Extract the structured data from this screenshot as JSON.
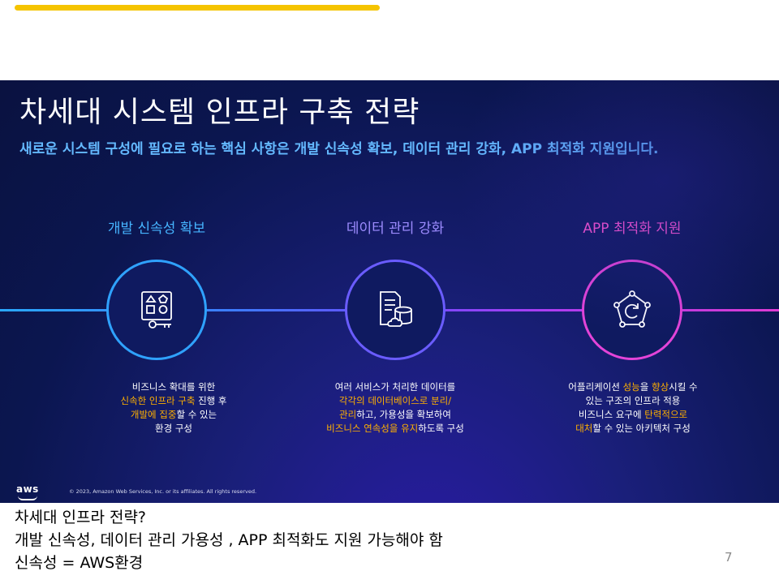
{
  "slide": {
    "title": "차세대 시스템 인프라 구축 전략",
    "subtitle": "새로운 시스템 구성에 필요로 하는 핵심 사항은 개발 신속성 확보, 데이터 관리 강화, APP 최적화 지원입니다.",
    "pillars": [
      {
        "heading": "개발 신속성 확보",
        "icon": "shapes-key-icon",
        "desc_lines": [
          [
            {
              "t": "비즈니스 확대를 위한",
              "h": false
            }
          ],
          [
            {
              "t": "신속한 인프라 구축",
              "h": true
            },
            {
              "t": " 진행 후",
              "h": false
            }
          ],
          [
            {
              "t": "개발에 집중",
              "h": true
            },
            {
              "t": "할 수 있는",
              "h": false
            }
          ],
          [
            {
              "t": "환경 구성",
              "h": false
            }
          ]
        ]
      },
      {
        "heading": "데이터 관리 강화",
        "icon": "document-database-icon",
        "desc_lines": [
          [
            {
              "t": "여러 서비스가 처리한 데이터를",
              "h": false
            }
          ],
          [
            {
              "t": "각각의 데이터베이스로 분리/",
              "h": true
            }
          ],
          [
            {
              "t": "관리",
              "h": true
            },
            {
              "t": "하고, 가용성을 확보하여",
              "h": false
            }
          ],
          [
            {
              "t": "비즈니스 연속성을 유지",
              "h": true
            },
            {
              "t": "하도록 구성",
              "h": false
            }
          ]
        ]
      },
      {
        "heading": "APP 최적화 지원",
        "icon": "pentagon-refresh-icon",
        "desc_lines": [
          [
            {
              "t": "어플리케이션 ",
              "h": false
            },
            {
              "t": "성능",
              "h": true
            },
            {
              "t": "을 ",
              "h": false
            },
            {
              "t": "향상",
              "h": true
            },
            {
              "t": "시킬 수",
              "h": false
            }
          ],
          [
            {
              "t": "있는 구조의 인프라 적용",
              "h": false
            }
          ],
          [
            {
              "t": "비즈니스 요구에 ",
              "h": false
            },
            {
              "t": "탄력적으로",
              "h": true
            }
          ],
          [
            {
              "t": "대처",
              "h": true
            },
            {
              "t": "할 수 있는 아키텍처 구성",
              "h": false
            }
          ]
        ]
      }
    ],
    "logo_text": "aws",
    "copyright": "© 2023, Amazon Web Services, Inc. or its affiliates. All rights reserved."
  },
  "notes": {
    "lines": [
      "차세대 인프라 전략?",
      "개발 신속성, 데이터 관리 가용성 , APP 최적화도 지원 가능해야 함",
      "신속성 = AWS환경"
    ]
  },
  "page_number": "7",
  "colors": {
    "accent_bar": "#f5c400",
    "subtitle": "#64b9ff",
    "highlight": "#ffb000",
    "pillar1": "#46b4ff",
    "pillar2": "#9d8cff",
    "pillar3": "#ff55d0"
  }
}
